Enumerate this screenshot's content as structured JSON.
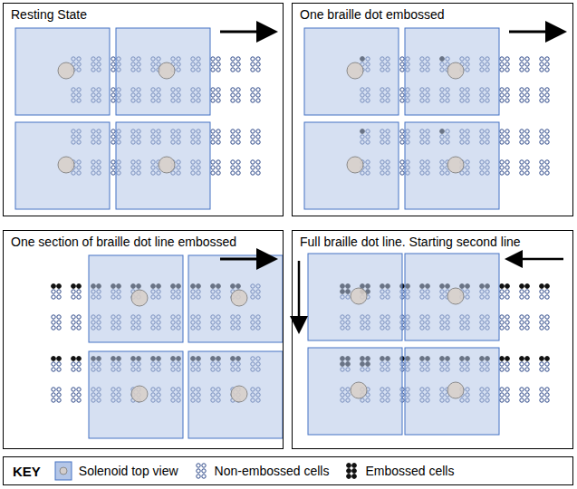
{
  "diagram": {
    "nodes": [
      {
        "text": [
          "Resting State"
        ]
      },
      {
        "text": [
          "One braille dot embossed"
        ]
      },
      {
        "text": [
          "One section of braille dot line embossed"
        ]
      },
      {
        "text": [
          "Full braille dot line. Starting second line"
        ]
      },
      {
        "text": [
          "KEY"
        ]
      }
    ],
    "legend": [
      {
        "text": "Solenoid top view"
      },
      {
        "text": "Non-embossed cells"
      },
      {
        "text": "Embossed cells"
      }
    ]
  }
}
